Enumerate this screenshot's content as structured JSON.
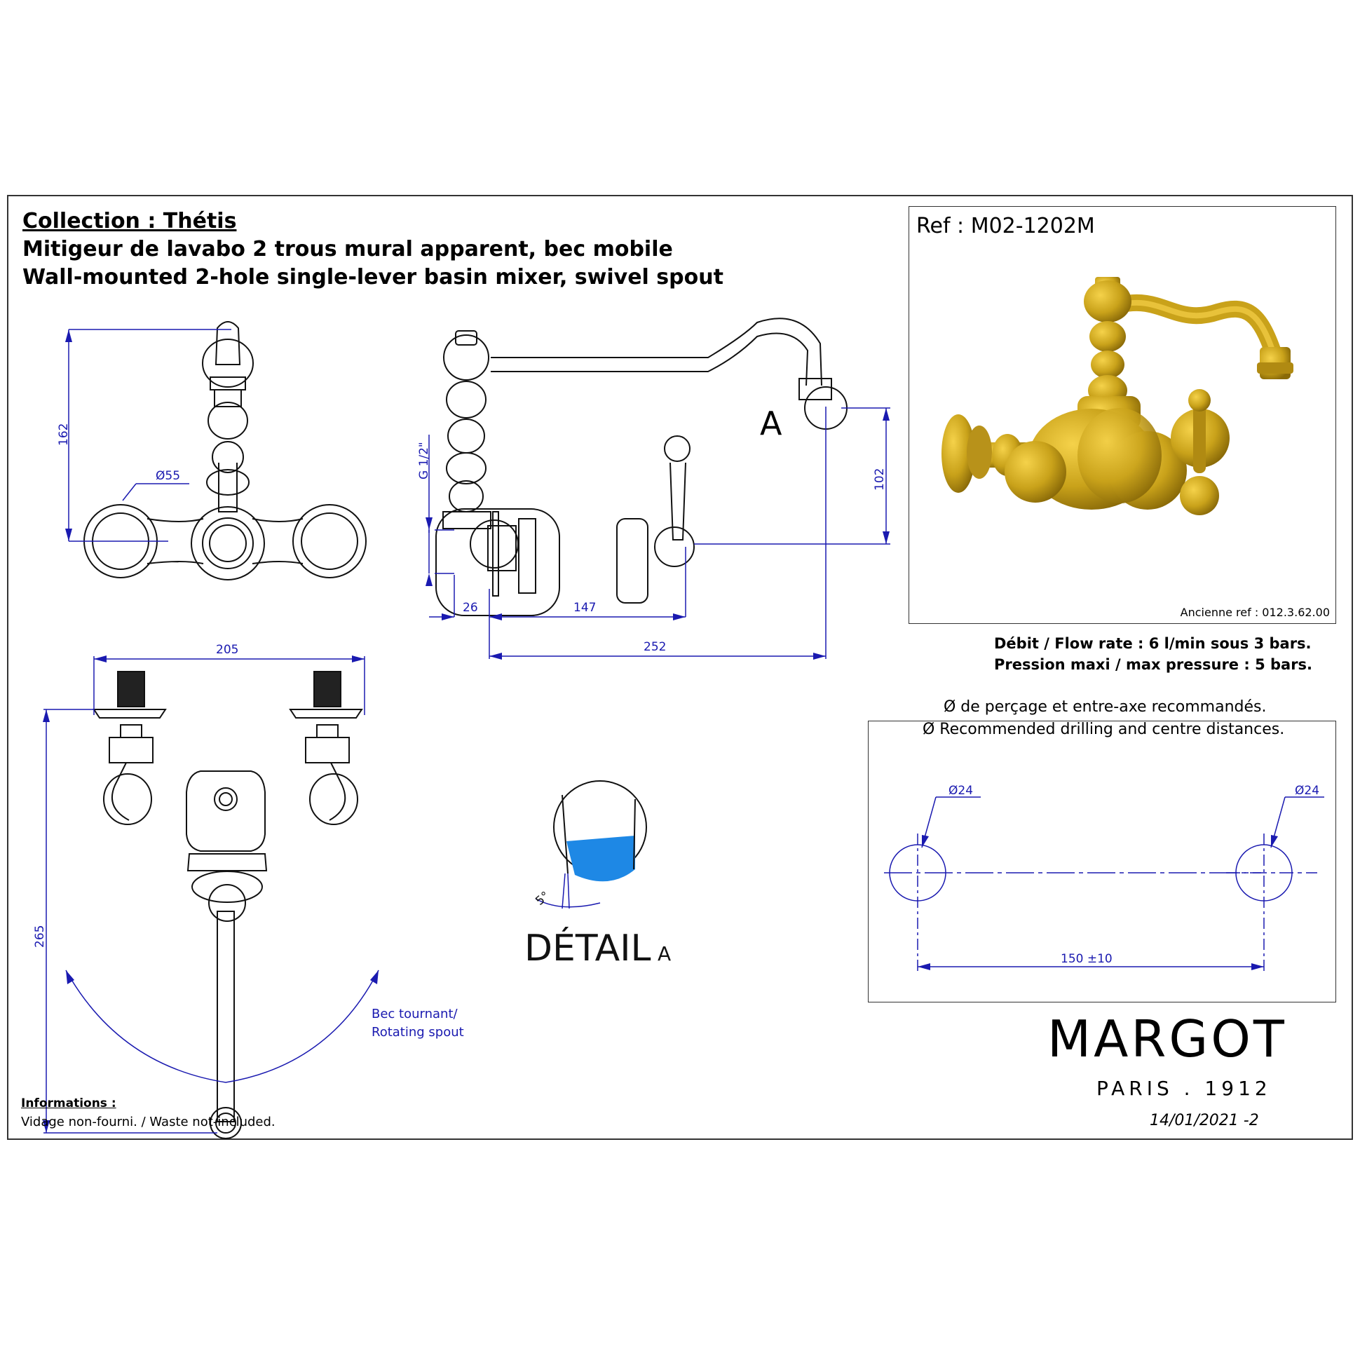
{
  "header": {
    "collection": "Collection : Thétis",
    "title_fr": "Mitigeur de lavabo 2 trous mural apparent, bec mobile",
    "title_en": "Wall-mounted 2-hole single-lever basin mixer, swivel spout"
  },
  "reference": {
    "ref": "Ref : M02-1202M",
    "old_ref": "Ancienne ref : 012.3.62.00"
  },
  "specs": {
    "flow": "Débit / Flow rate : 6 l/min sous 3 bars.",
    "pressure": "Pression maxi / max pressure : 5 bars."
  },
  "drilling": {
    "title_fr": "Ø de perçage et entre-axe recommandés.",
    "title_en": "Ø Recommended drilling and centre distances.",
    "hole_left": "Ø24",
    "hole_right": "Ø24",
    "centre_distance": "150 ±10"
  },
  "dimensions": {
    "top_height": "162",
    "rosette_diameter": "Ø55",
    "thread": "G 1/2\"",
    "side_26": "26",
    "side_147": "147",
    "side_252": "252",
    "spout_height": "102",
    "front_width": "205",
    "front_height": "265",
    "detail_marker": "A"
  },
  "detail": {
    "angle": "5°",
    "label": "DÉTAIL",
    "label_suffix": "A"
  },
  "rotating_spout": {
    "line1": "Bec tournant/",
    "line2": "Rotating spout"
  },
  "brand": {
    "name": "MARGOT",
    "tagline": "PARIS . 1912",
    "date": "14/01/2021 -2"
  },
  "info": {
    "heading": "Informations :",
    "text": "Vidage non-fourni. / Waste not-included."
  },
  "colors": {
    "dimension_lines": "#1a1ab0",
    "brass": "#c9a21a",
    "water": "#1e88e5"
  }
}
